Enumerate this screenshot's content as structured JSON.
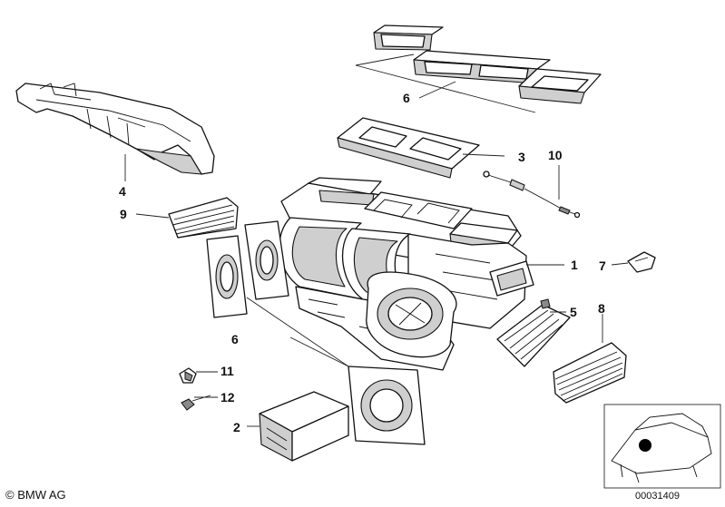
{
  "part_labels": [
    {
      "id": "part-1",
      "text": "1"
    },
    {
      "id": "part-2",
      "text": "2"
    },
    {
      "id": "part-3",
      "text": "3"
    },
    {
      "id": "part-4",
      "text": "4"
    },
    {
      "id": "part-5",
      "text": "5"
    },
    {
      "id": "part-6-top",
      "text": "6"
    },
    {
      "id": "part-6-bottom",
      "text": "6"
    },
    {
      "id": "part-7",
      "text": "7"
    },
    {
      "id": "part-8",
      "text": "8"
    },
    {
      "id": "part-9",
      "text": "9"
    },
    {
      "id": "part-10",
      "text": "10"
    },
    {
      "id": "part-11",
      "text": "11"
    },
    {
      "id": "part-12",
      "text": "12"
    }
  ],
  "footer": {
    "copyright": "© BMW AG",
    "catalog_number": "00031409"
  },
  "colors": {
    "line": "#111111",
    "shading": "#cfcfcf",
    "background": "#ffffff"
  },
  "icons": [
    "car-location-thumbnail-icon"
  ]
}
